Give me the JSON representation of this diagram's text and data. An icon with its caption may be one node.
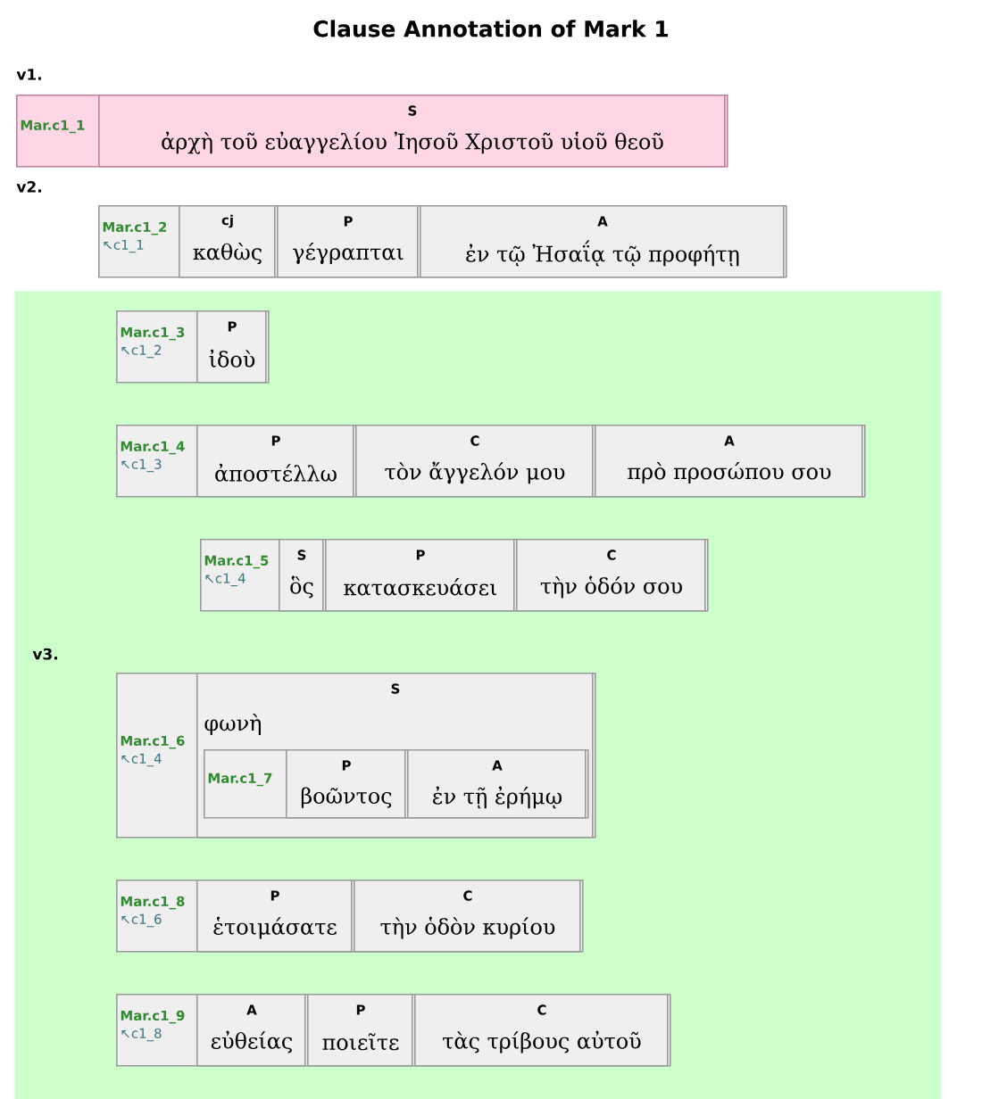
{
  "diagram": {
    "title": "Clause Annotation of Mark 1",
    "nodes": [
      {
        "text": [
          "Mar.c1_1"
        ]
      },
      {
        "text": [
          "S",
          "ἀρχὴ τοῦ εὐαγγελίου Ἰησοῦ Χριστοῦ υἱοῦ θεοῦ"
        ],
        "in": 0
      },
      {
        "text": [
          "Mar.c1_2",
          "↖c1_1"
        ]
      },
      {
        "text": [
          "cj",
          "καθὼς"
        ],
        "in": 2
      },
      {
        "text": [
          "P",
          "γέγραπται"
        ],
        "in": 2
      },
      {
        "text": [
          "A",
          "ἐν τῷ Ἠσαΐᾳ τῷ προφήτῃ"
        ],
        "in": 2
      },
      {
        "text": [],
        "shape": "band"
      },
      {
        "text": [
          "Mar.c1_3",
          "↖c1_2"
        ],
        "in": 6
      },
      {
        "text": [
          "P",
          "ἰδοὺ"
        ],
        "in": 7
      },
      {
        "text": [
          "Mar.c1_4",
          "↖c1_3"
        ],
        "in": 6
      },
      {
        "text": [
          "P",
          "ἀποστέλλω"
        ],
        "in": 9
      },
      {
        "text": [
          "C",
          "τὸν ἄγγελόν μου"
        ],
        "in": 9
      },
      {
        "text": [
          "A",
          "πρὸ προσώπου σου"
        ],
        "in": 9
      },
      {
        "text": [
          "Mar.c1_5",
          "↖c1_4"
        ],
        "in": 6
      },
      {
        "text": [
          "S",
          "ὃς"
        ],
        "in": 13
      },
      {
        "text": [
          "P",
          "κατασκευάσει"
        ],
        "in": 13
      },
      {
        "text": [
          "C",
          "τὴν ὁδόν σου"
        ],
        "in": 13
      },
      {
        "text": [
          "Mar.c1_6",
          "↖c1_4"
        ],
        "in": 6
      },
      {
        "text": [
          "S",
          "φωνὴ"
        ],
        "in": 17
      },
      {
        "text": [
          "Mar.c1_7"
        ],
        "in": 18
      },
      {
        "text": [
          "P",
          "βοῶντος"
        ],
        "in": 19
      },
      {
        "text": [
          "A",
          "ἐν τῇ ἐρήμῳ"
        ],
        "in": 19
      },
      {
        "text": [
          "Mar.c1_8",
          "↖c1_6"
        ],
        "in": 6
      },
      {
        "text": [
          "P",
          "ἑτοιμάσατε"
        ],
        "in": 22
      },
      {
        "text": [
          "C",
          "τὴν ὁδὸν κυρίου"
        ],
        "in": 22
      },
      {
        "text": [
          "Mar.c1_9",
          "↖c1_8"
        ],
        "in": 6
      },
      {
        "text": [
          "A",
          "εὐθείας"
        ],
        "in": 25
      },
      {
        "text": [
          "P",
          "ποιεῖτε"
        ],
        "in": 25
      },
      {
        "text": [
          "C",
          "τὰς τρίβους αὐτοῦ"
        ],
        "in": 25
      }
    ],
    "labels": [
      "v1.",
      "v2.",
      "v3."
    ]
  }
}
